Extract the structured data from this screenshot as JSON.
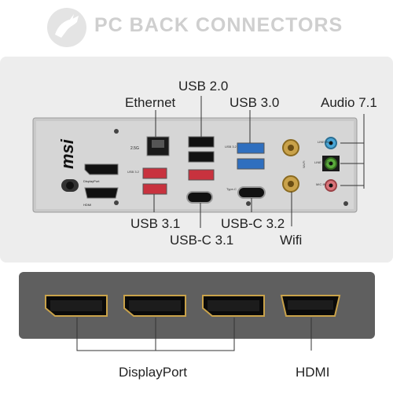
{
  "header": {
    "title": "PC BACK CONNECTORS"
  },
  "io_panel": {
    "brand": "msi",
    "port_labels": {
      "lan_speed": "2.5G",
      "usb3_a": "USB 3.2",
      "usb3_b": "USB 3.2",
      "wifi": "Wi-Fi",
      "hdmi": "HDMI",
      "displayport": "DisplayPort",
      "typec_a": "Type-C",
      "typec_b": "Type-C",
      "line_in": "LINE IN",
      "line_out": "LINE OUT",
      "mic_in": "MIC IN"
    }
  },
  "callouts": {
    "usb20": "USB 2.0",
    "ethernet": "Ethernet",
    "usb30": "USB 3.0",
    "audio": "Audio 7.1",
    "usb31": "USB 3.1",
    "usbc31": "USB-C 3.1",
    "usbc32": "USB-C 3.2",
    "wifi": "Wifi",
    "displayport": "DisplayPort",
    "hdmi": "HDMI"
  },
  "colors": {
    "header": "#cfcfcf",
    "card": "#ededed",
    "usb30_blue": "#2f6fbf",
    "usb31_red": "#c8323e",
    "audio_blue": "#4aa6d6",
    "audio_green": "#5aaa3c",
    "audio_pink": "#d9747a",
    "gold": "#c9a24a"
  }
}
